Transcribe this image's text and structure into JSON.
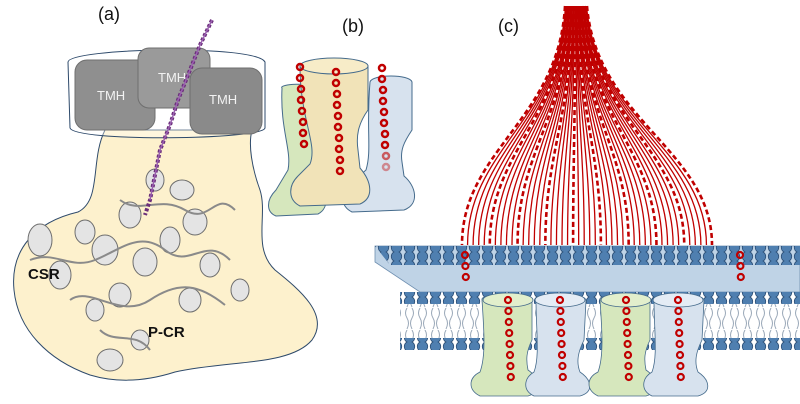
{
  "panels": {
    "a": {
      "label": "(a)",
      "tmh_labels": [
        "TMH",
        "TMH",
        "TMH"
      ],
      "region_left": "CSR",
      "region_right": "P-CR"
    },
    "b": {
      "label": "(b)"
    },
    "c": {
      "label": "(c)"
    }
  },
  "colors": {
    "cytoplasmic_body": "#fdf1cd",
    "tmh_box": "#8f8f8f",
    "peptide_chain": "#6b2f7a",
    "helix_red": "#c00000",
    "protein_green": "#d6e7bd",
    "protein_blue": "#d7e2ee",
    "protein_tan": "#f1e3b8",
    "membrane_head": "#4f7fb0",
    "membrane_surface": "#bfd3e6"
  }
}
